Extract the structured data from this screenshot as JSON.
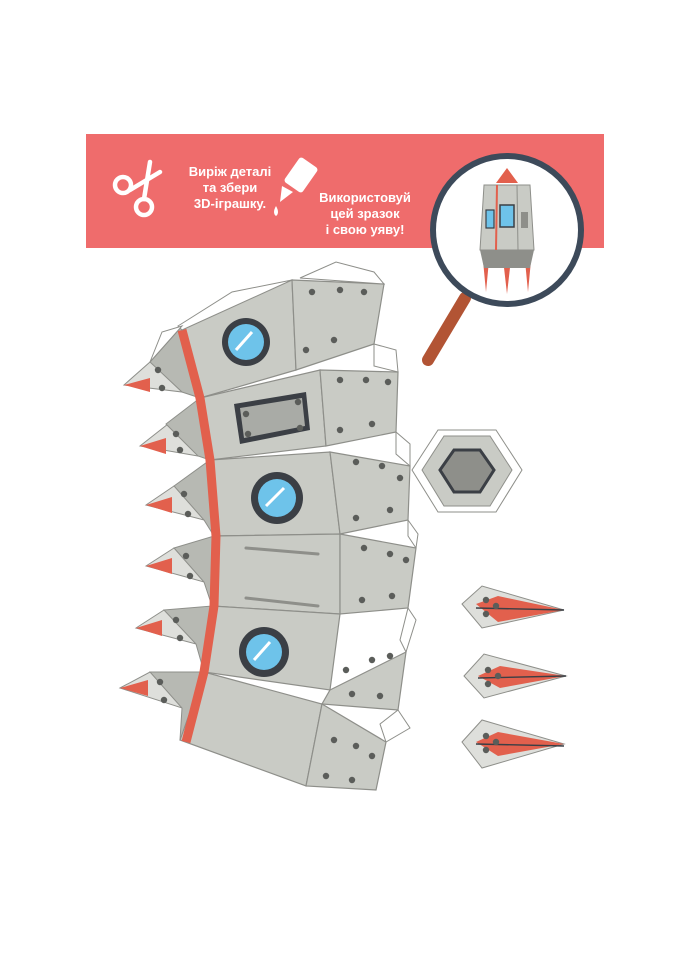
{
  "banner": {
    "instruction_cut": [
      "Виріж деталі",
      "та збери",
      "3D-іграшку."
    ],
    "instruction_use": [
      "Використовуй",
      "цей зразок",
      "і свою уяву!"
    ]
  },
  "colors": {
    "banner": "#ef6c6c",
    "body_gray": "#c9cbc5",
    "dark_gray": "#8e8f8a",
    "stripe_red": "#e2604d",
    "window_blue": "#6ec3ea",
    "outline": "#3b3f45",
    "magnifier_ring": "#3d4a5a",
    "magnifier_handle": "#b25434"
  },
  "icons": [
    "scissors-icon",
    "glue-bottle-icon",
    "magnifier-icon",
    "rocket-preview-icon"
  ]
}
